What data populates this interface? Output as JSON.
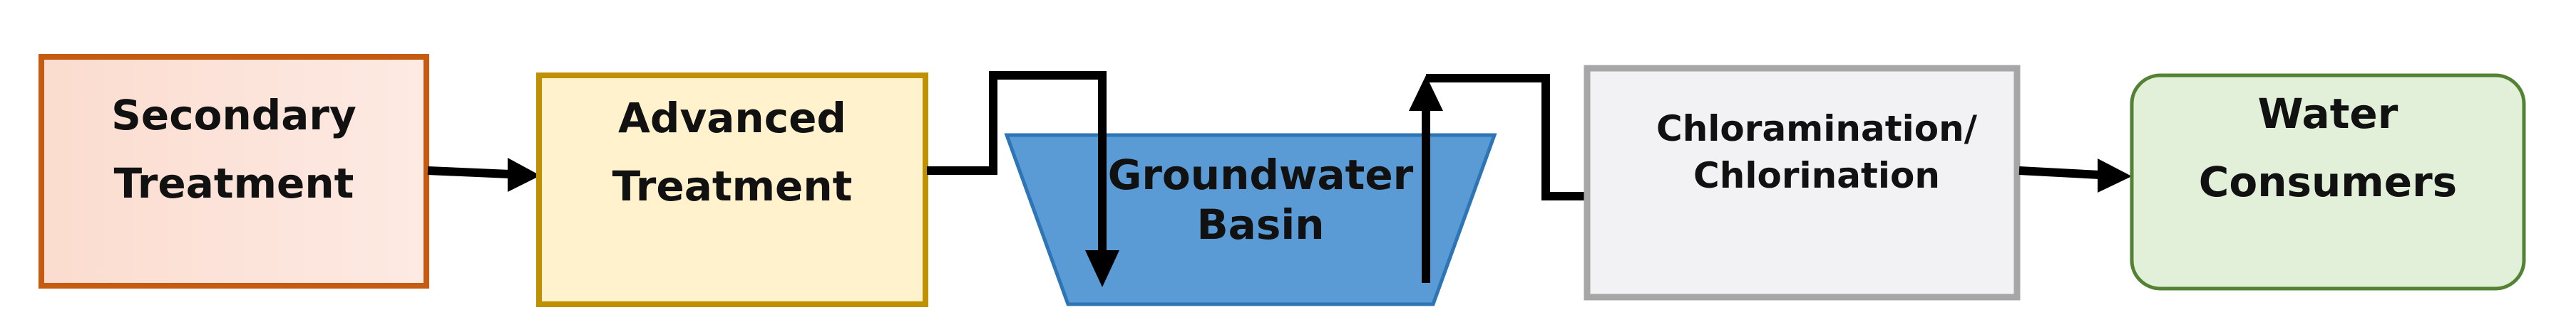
{
  "nodes": {
    "secondary": {
      "line1": "Secondary",
      "line2": "Treatment"
    },
    "advanced": {
      "line1": "Advanced",
      "line2": "Treatment"
    },
    "basin": {
      "line1": "Groundwater",
      "line2": "Basin"
    },
    "chlor": {
      "line1": "Chloramination/",
      "line2": "Chlorination"
    },
    "consumers": {
      "line1": "Water",
      "line2": "Consumers"
    }
  },
  "colors": {
    "secondary_fill": "#fbe3d6",
    "secondary_stroke": "#c55a11",
    "advanced_fill": "#fff2cc",
    "advanced_stroke": "#bf9000",
    "basin_fill": "#5b9bd5",
    "basin_stroke": "#2e75b6",
    "chlor_fill": "#f2f2f5",
    "chlor_stroke": "#a6a6a6",
    "consumers_fill": "#e2f0d9",
    "consumers_stroke": "#548235",
    "arrow": "#000000"
  }
}
